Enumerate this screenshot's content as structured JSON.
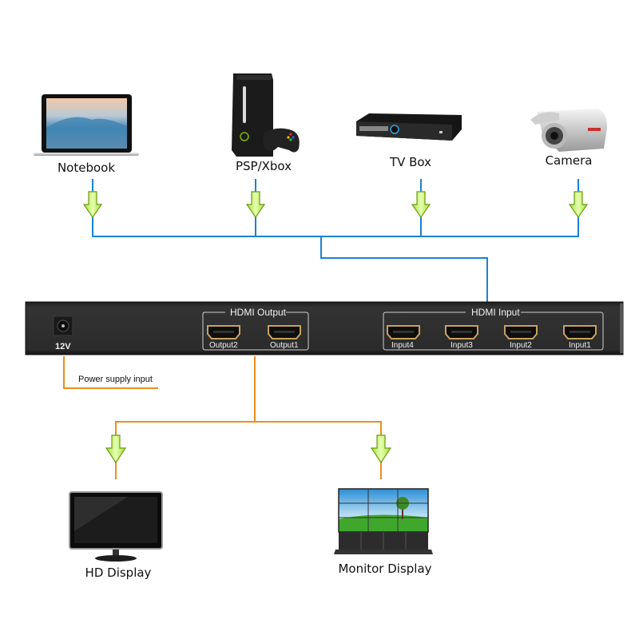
{
  "sources": [
    {
      "id": "notebook",
      "label": "Notebook",
      "icon": "laptop-icon"
    },
    {
      "id": "psp-xbox",
      "label": "PSP/Xbox",
      "icon": "game-console-icon"
    },
    {
      "id": "tv-box",
      "label": "TV Box",
      "icon": "set-top-box-icon"
    },
    {
      "id": "camera",
      "label": "Camera",
      "icon": "cctv-camera-icon"
    }
  ],
  "device": {
    "power_label": "12V",
    "output_group_label": "HDMI Output",
    "outputs": [
      "Output2",
      "Output1"
    ],
    "input_group_label": "HDMI Input",
    "inputs": [
      "Input4",
      "Input3",
      "Input2",
      "Input1"
    ]
  },
  "annotations": {
    "power_supply": "Power supply input"
  },
  "destinations": [
    {
      "id": "hd-display",
      "label": "HD Display",
      "icon": "monitor-icon"
    },
    {
      "id": "monitor-display",
      "label": "Monitor Display",
      "icon": "video-wall-icon"
    }
  ],
  "colors": {
    "input_line": "#1a82d2",
    "output_line": "#e8901c",
    "arrow_fill": "#b7ee4a",
    "arrow_stroke": "#6a9a10",
    "panel": "#2a2a2a",
    "hdmi_gold": "#c8a060"
  }
}
